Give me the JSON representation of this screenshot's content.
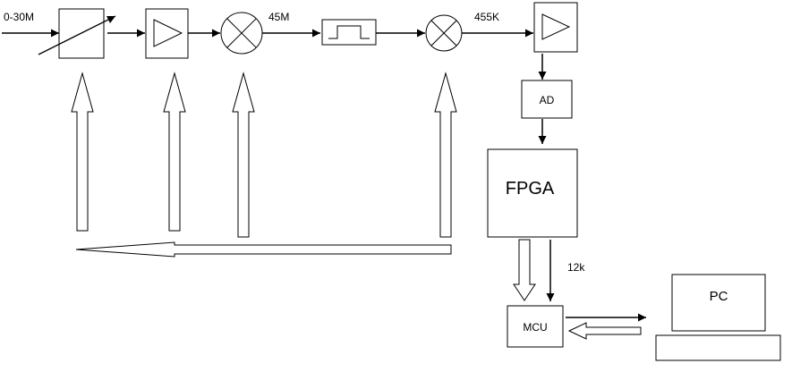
{
  "signal_labels": {
    "input_range": "0-30M",
    "if1": "45M",
    "if2": "455K",
    "data_rate": "12k"
  },
  "blocks": {
    "adc": "AD",
    "fpga": "FPGA",
    "mcu": "MCU",
    "pc": "PC"
  }
}
